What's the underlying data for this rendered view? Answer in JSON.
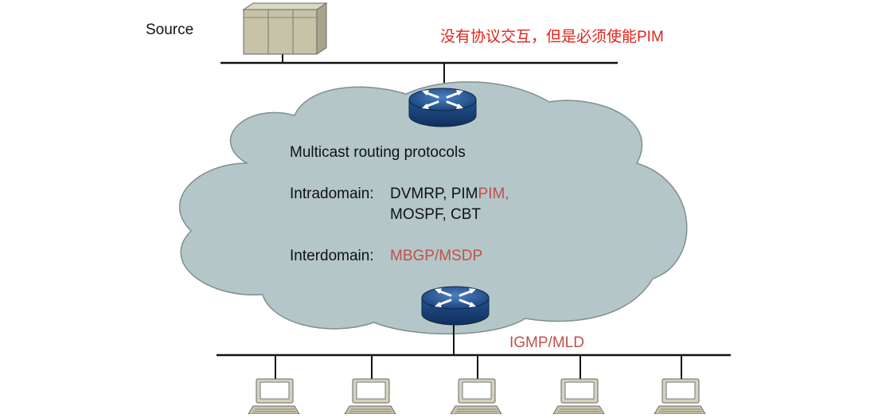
{
  "diagram": {
    "source_label": "Source",
    "annotation": "没有协议交互，但是必须使能PIM",
    "cloud_title": "Multicast routing protocols",
    "intradomain_label": "Intradomain:",
    "intradomain_line1_black": "DVMRP,  PIM",
    "intradomain_line1_red": "PIM,",
    "intradomain_line2": "MOSPF, CBT",
    "interdomain_label": "Interdomain:",
    "interdomain_value": "MBGP/MSDP",
    "host_protocol": "IGMP/MLD",
    "host_count": 5
  },
  "colors": {
    "cloud_fill": "#b4c6c7",
    "cloud_stroke": "#7f8f91",
    "router_blue": "#1f4f8f",
    "accent_red": "#c0504d",
    "annotation_red": "#e2231a",
    "server_fill": "#c6c3a8"
  },
  "icons": [
    "server-icon",
    "router-icon",
    "pc-icon"
  ]
}
